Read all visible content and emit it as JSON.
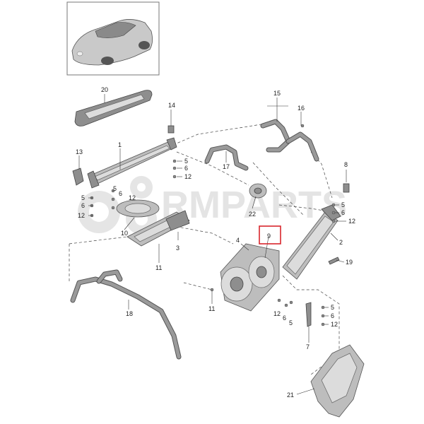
{
  "watermark": "RMPARTS",
  "highlight_color": "#d9262c",
  "callouts": [
    "1",
    "2",
    "3",
    "4",
    "5",
    "6",
    "7",
    "8",
    "9",
    "10",
    "11",
    "12",
    "13",
    "14",
    "15",
    "16",
    "17",
    "18",
    "19",
    "20",
    "21",
    "22"
  ]
}
